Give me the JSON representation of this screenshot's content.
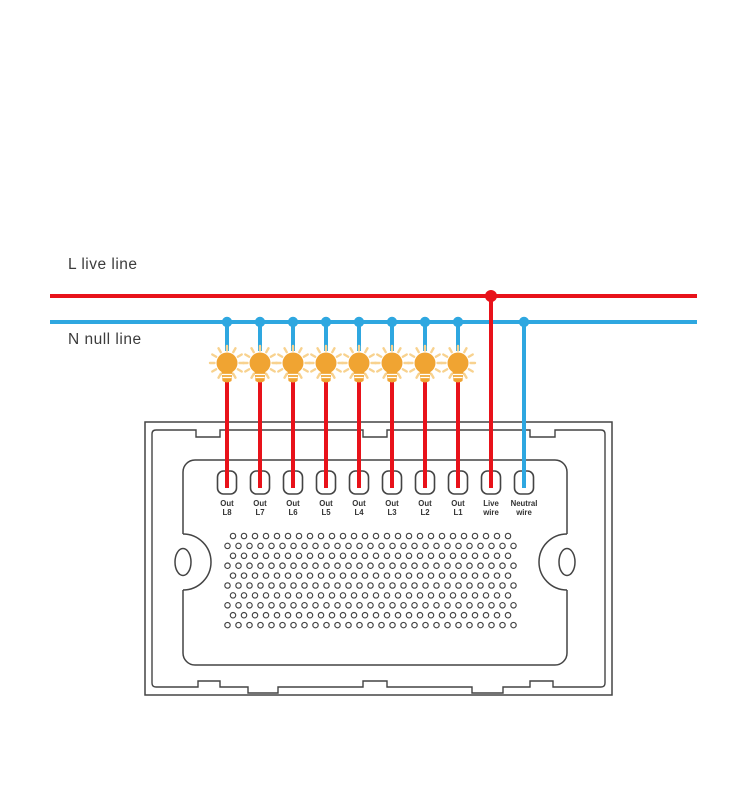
{
  "labels": {
    "live_line": "L live line",
    "null_line": "N null line"
  },
  "colors": {
    "live": "#e8121a",
    "null": "#2ea7e0",
    "bulb": "#f0a432",
    "bulb_rays": "#f8d28f",
    "outline": "#444444",
    "text": "#3c3c3c",
    "terminal_text": "#333333",
    "background": "#ffffff"
  },
  "bulbs": {
    "count": 8
  },
  "terminals": [
    {
      "label_line1": "Out",
      "label_line2": "L8",
      "wire": "live"
    },
    {
      "label_line1": "Out",
      "label_line2": "L7",
      "wire": "live"
    },
    {
      "label_line1": "Out",
      "label_line2": "L6",
      "wire": "live"
    },
    {
      "label_line1": "Out",
      "label_line2": "L5",
      "wire": "live"
    },
    {
      "label_line1": "Out",
      "label_line2": "L4",
      "wire": "live"
    },
    {
      "label_line1": "Out",
      "label_line2": "L3",
      "wire": "live"
    },
    {
      "label_line1": "Out",
      "label_line2": "L2",
      "wire": "live"
    },
    {
      "label_line1": "Out",
      "label_line2": "L1",
      "wire": "live"
    },
    {
      "label_line1": "Live",
      "label_line2": "wire",
      "wire": "live"
    },
    {
      "label_line1": "Neutral",
      "label_line2": "wire",
      "wire": "null"
    }
  ]
}
